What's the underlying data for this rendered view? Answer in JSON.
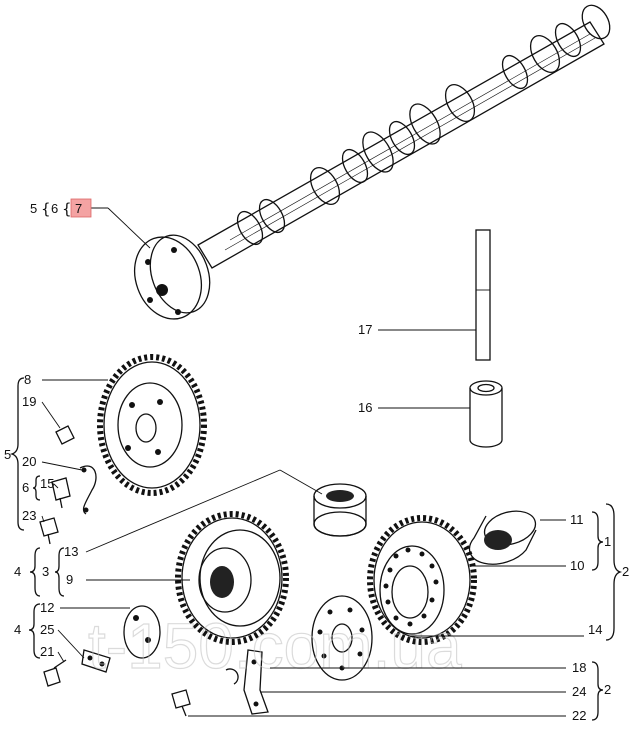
{
  "figure": {
    "highlight_color": "#f4a3a3",
    "ink_color": "#111111",
    "watermark": "t-150.com.ua"
  },
  "labels": {
    "n1": "1",
    "n2a": "2",
    "n2b": "2",
    "n3": "3",
    "n4a": "4",
    "n4b": "4",
    "n5a": "5",
    "n5b": "5",
    "n6a": "6",
    "n6b": "6",
    "n7": "7",
    "n8": "8",
    "n9": "9",
    "n10": "10",
    "n11": "11",
    "n12": "12",
    "n13": "13",
    "n14": "14",
    "n15": "15",
    "n16": "16",
    "n17": "17",
    "n18": "18",
    "n19": "19",
    "n20": "20",
    "n21": "21",
    "n22": "22",
    "n23": "23",
    "n24": "24",
    "n25": "25"
  }
}
